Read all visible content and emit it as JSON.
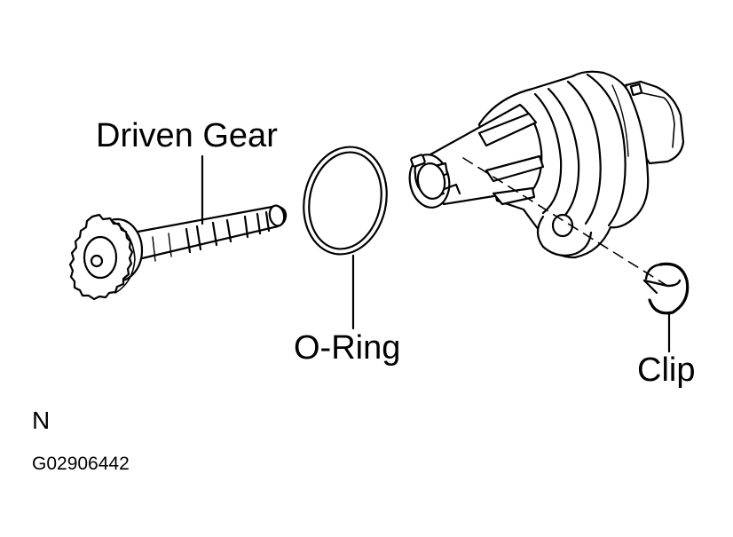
{
  "labels": {
    "driven_gear": "Driven Gear",
    "o_ring": "O-Ring",
    "clip": "Clip"
  },
  "corner_letter": "N",
  "figure_code": "G02906442",
  "colors": {
    "ink": "#000000",
    "paper": "#ffffff"
  }
}
